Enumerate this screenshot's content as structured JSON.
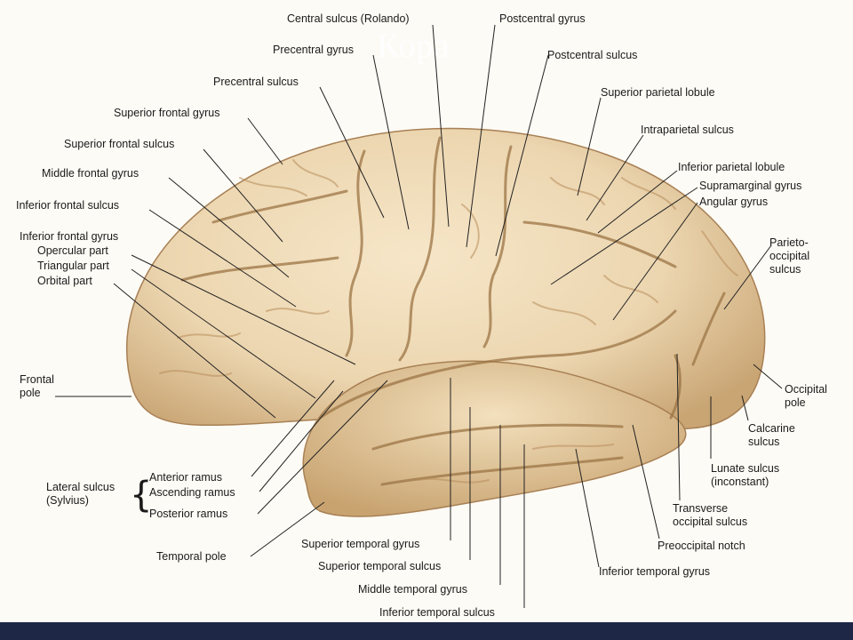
{
  "slide": {
    "title": "Кора"
  },
  "colors": {
    "footer": "#1e2846",
    "brain_base": "#ecd6b0",
    "brain_shadow": "#c9a574",
    "sulcus": "#a07a48",
    "background": "#fdfbf5"
  },
  "labels": {
    "central_sulcus": "Central sulcus (Rolando)",
    "postcentral_gyrus": "Postcentral gyrus",
    "precentral_gyrus": "Precentral gyrus",
    "postcentral_sulcus": "Postcentral sulcus",
    "precentral_sulcus": "Precentral sulcus",
    "superior_parietal_lobule": "Superior parietal lobule",
    "superior_frontal_gyrus": "Superior frontal gyrus",
    "intraparietal_sulcus": "Intraparietal sulcus",
    "superior_frontal_sulcus": "Superior frontal sulcus",
    "inferior_parietal_lobule": "Inferior parietal lobule",
    "middle_frontal_gyrus": "Middle frontal gyrus",
    "supramarginal_gyrus": "Supramarginal gyrus",
    "angular_gyrus": "Angular gyrus",
    "inferior_frontal_sulcus": "Inferior frontal sulcus",
    "inferior_frontal_gyrus": "Inferior frontal gyrus",
    "opercular_part": "Opercular part",
    "triangular_part": "Triangular part",
    "orbital_part": "Orbital part",
    "parieto_occipital_sulcus": "Parieto-\noccipital\nsulcus",
    "frontal_pole": "Frontal\npole",
    "occipital_pole": "Occipital\npole",
    "calcarine_sulcus": "Calcarine\nsulcus",
    "lunate_sulcus": "Lunate sulcus\n(inconstant)",
    "lateral_sulcus": "Lateral sulcus\n(Sylvius)",
    "anterior_ramus": "Anterior ramus",
    "ascending_ramus": "Ascending ramus",
    "posterior_ramus": "Posterior ramus",
    "transverse_occipital_sulcus": "Transverse\noccipital sulcus",
    "temporal_pole": "Temporal pole",
    "superior_temporal_gyrus": "Superior temporal gyrus",
    "preoccipital_notch": "Preoccipital notch",
    "superior_temporal_sulcus": "Superior temporal sulcus",
    "inferior_temporal_gyrus": "Inferior temporal gyrus",
    "middle_temporal_gyrus": "Middle temporal gyrus",
    "inferior_temporal_sulcus": "Inferior temporal sulcus"
  }
}
